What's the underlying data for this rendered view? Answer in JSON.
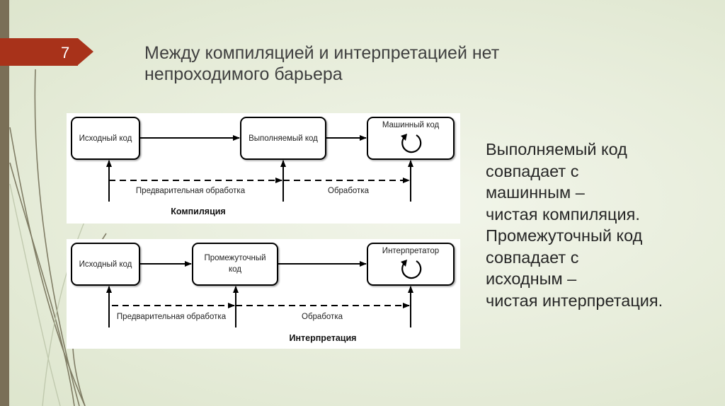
{
  "slide": {
    "number": "7",
    "title_lines": [
      "Между компиляцией и интерпретацией нет",
      "непроходимого барьера"
    ],
    "side_text_lines": [
      "Выполняемый код",
      "совпадает с",
      "машинным –",
      "чистая компиляция.",
      "Промежуточный код",
      "совпадает с",
      "исходным –",
      "чистая интерпретация."
    ]
  },
  "diagram": {
    "compilation": {
      "caption": "Компиляция",
      "boxes": [
        "Исходный код",
        "Выполняемый код",
        "Машинный код"
      ],
      "stages": [
        "Предварительная обработка",
        "Обработка"
      ]
    },
    "interpretation": {
      "caption": "Интерпретация",
      "boxes": [
        "Исходный код",
        "Промежуточный",
        "код",
        "Интерпретатор"
      ],
      "stages": [
        "Предварительная обработка",
        "Обработка"
      ]
    }
  },
  "colors": {
    "accent": "#a8321a",
    "sidebar": "#7a6f57"
  }
}
